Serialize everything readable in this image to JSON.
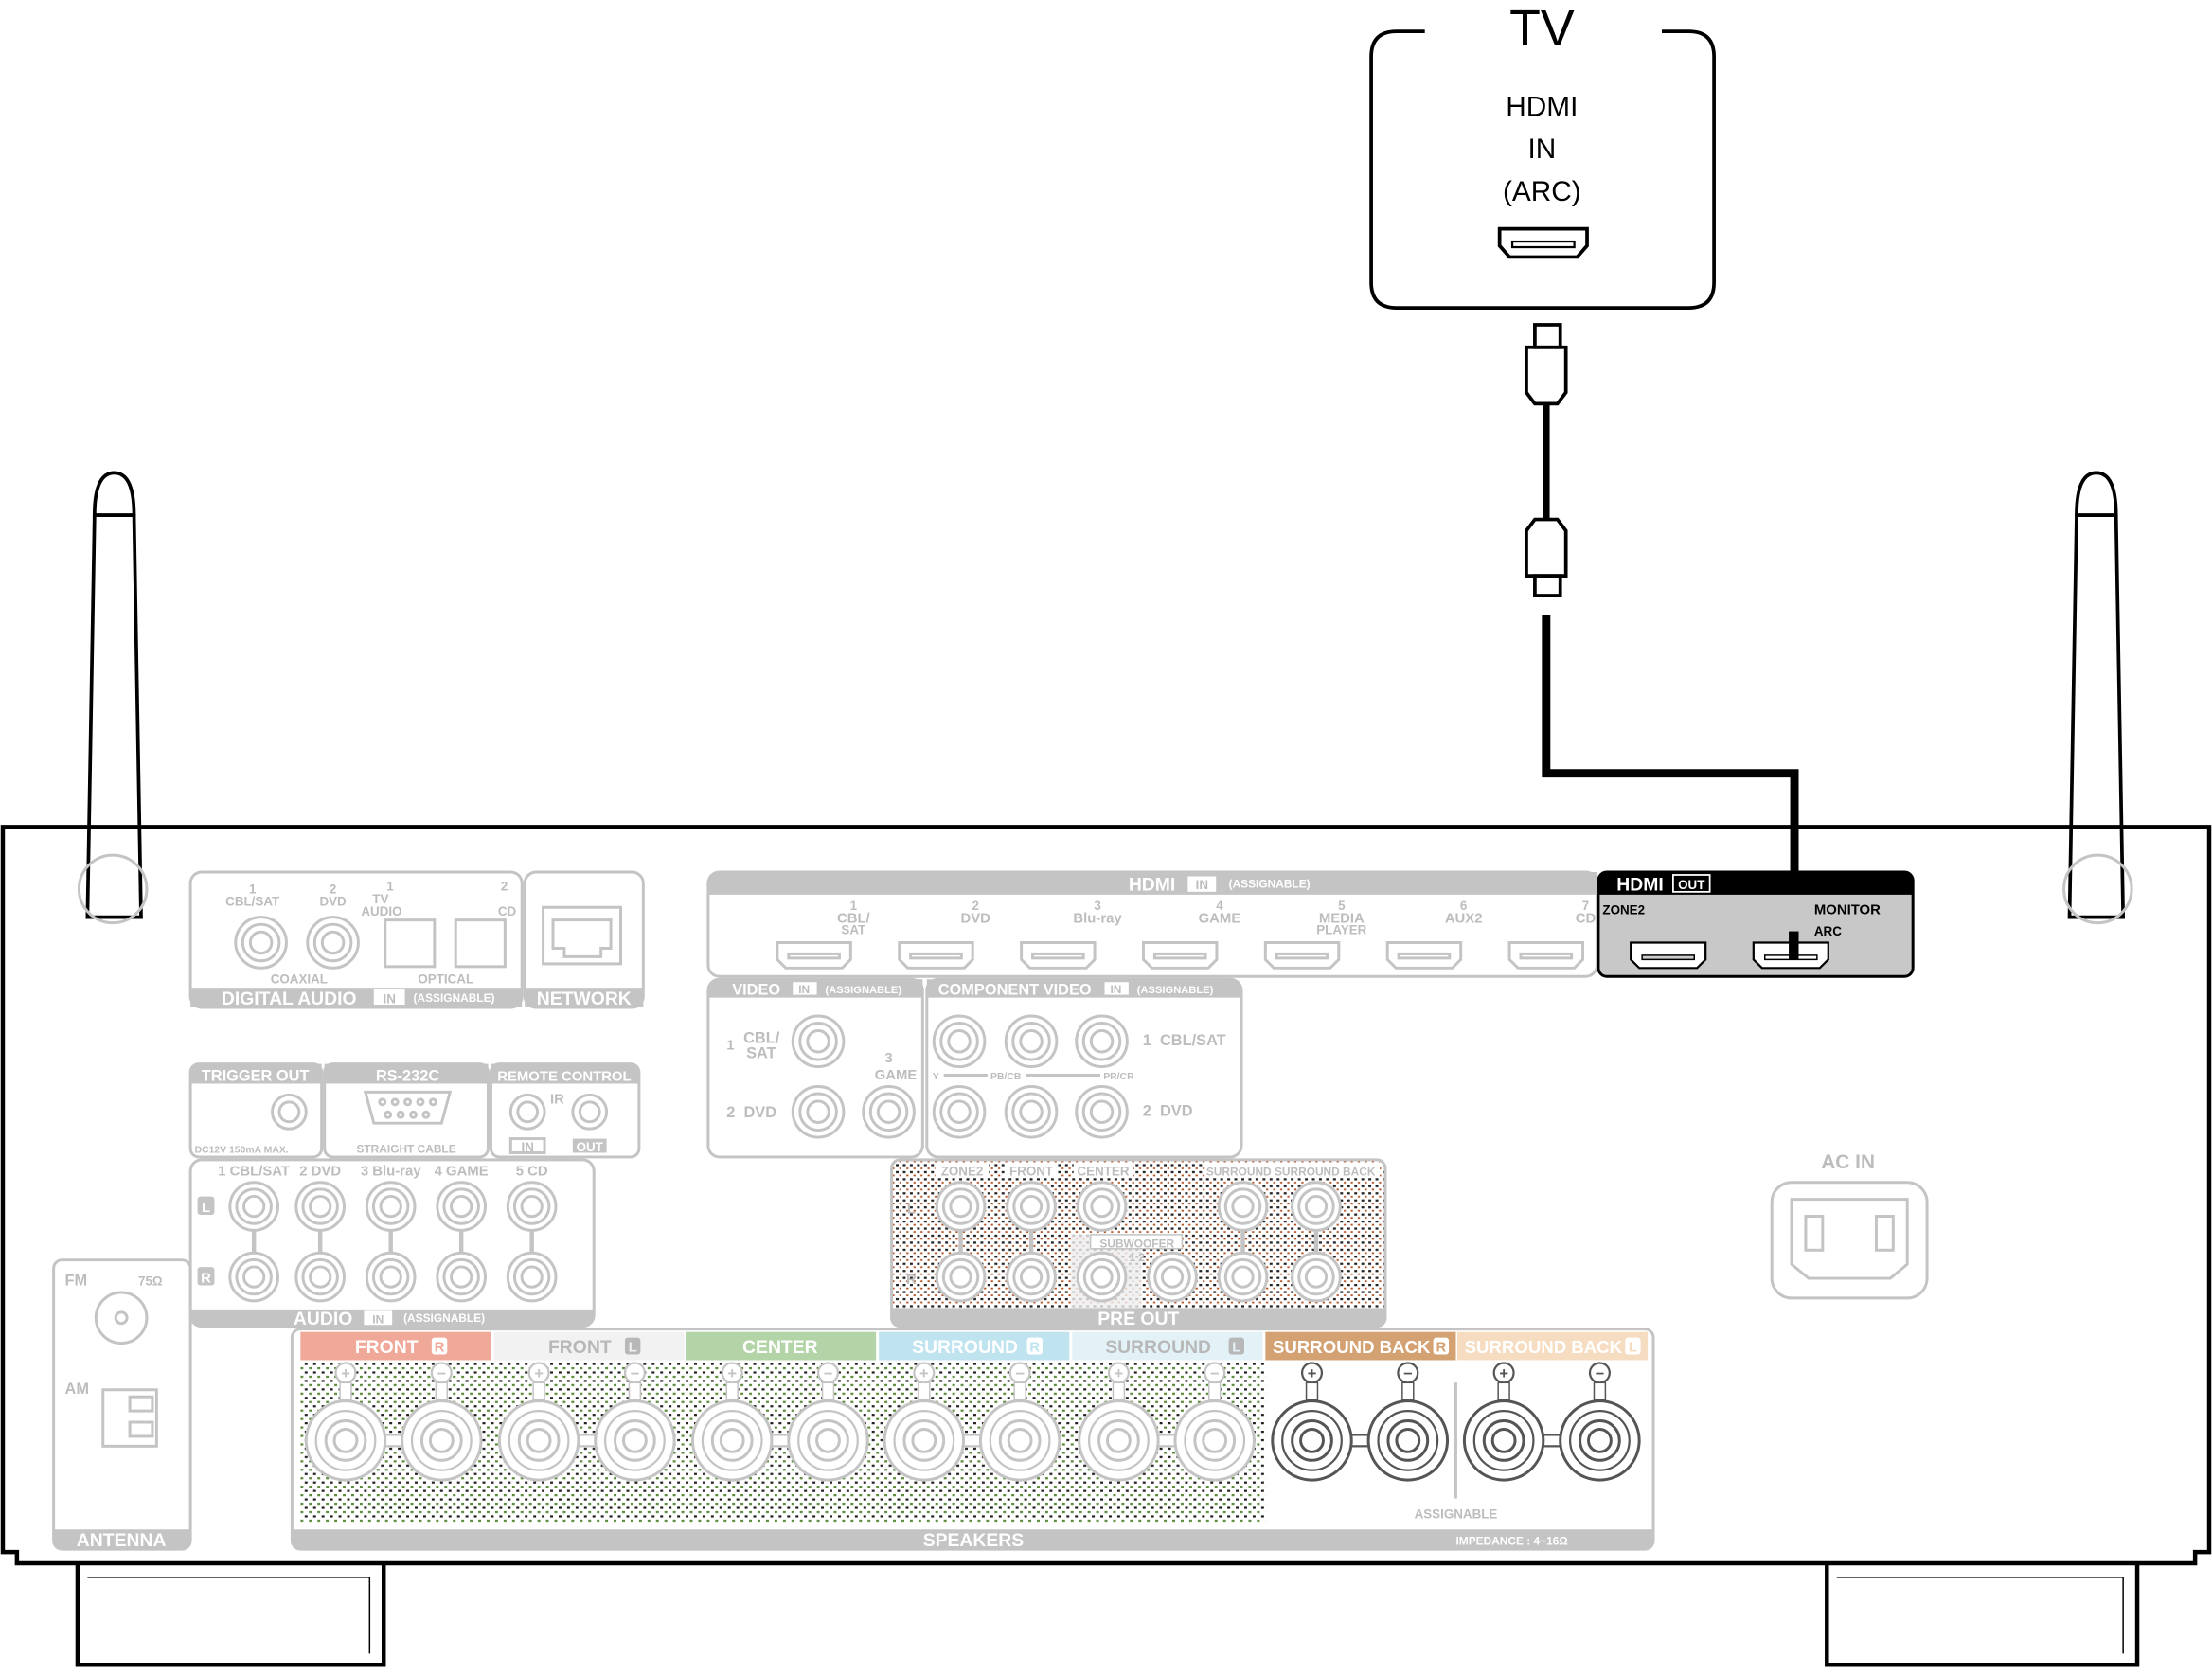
{
  "tv": {
    "title": "TV",
    "port_lines": [
      "HDMI",
      "IN",
      "(ARC)"
    ]
  },
  "hdmi_out": {
    "title": "HDMI",
    "badge": "OUT",
    "zone2": "ZONE2",
    "monitor": "MONITOR",
    "arc": "ARC"
  },
  "hdmi_in": {
    "title": "HDMI",
    "badge": "IN",
    "note": "(ASSIGNABLE)",
    "inputs": [
      {
        "num": "1",
        "l1": "CBL/",
        "l2": "SAT"
      },
      {
        "num": "2",
        "l1": "DVD",
        "l2": ""
      },
      {
        "num": "3",
        "l1": "Blu-ray",
        "l2": ""
      },
      {
        "num": "4",
        "l1": "GAME",
        "l2": ""
      },
      {
        "num": "5",
        "l1": "MEDIA",
        "l2": "PLAYER"
      },
      {
        "num": "6",
        "l1": "AUX2",
        "l2": ""
      },
      {
        "num": "7",
        "l1": "CD",
        "l2": ""
      }
    ]
  },
  "digital_audio": {
    "title": "DIGITAL AUDIO",
    "badge": "IN",
    "note": "(ASSIGNABLE)",
    "coaxial": "COAXIAL",
    "optical": "OPTICAL",
    "coax1_num": "1",
    "coax1": "CBL/SAT",
    "coax2_num": "2",
    "coax2": "DVD",
    "opt1_num": "1",
    "opt1_a": "TV",
    "opt1_b": "AUDIO",
    "opt2_num": "2",
    "opt2": "CD"
  },
  "network": {
    "title": "NETWORK"
  },
  "video": {
    "title": "VIDEO",
    "badge": "IN",
    "note": "(ASSIGNABLE)",
    "in1_num": "1",
    "in1_a": "CBL/",
    "in1_b": "SAT",
    "in2": "2  DVD",
    "in3_num": "3",
    "in3": "GAME"
  },
  "component_video": {
    "title": "COMPONENT VIDEO",
    "badge": "IN",
    "note": "(ASSIGNABLE)",
    "y": "Y",
    "pb": "PB/CB",
    "pr": "PR/CR",
    "in1": "1  CBL/SAT",
    "in2": "2  DVD"
  },
  "trigger_out": {
    "title": "TRIGGER OUT",
    "spec": "DC12V 150mA MAX."
  },
  "rs232c": {
    "title": "RS-232C",
    "note": "STRAIGHT CABLE"
  },
  "remote_control": {
    "title": "REMOTE CONTROL",
    "ir": "IR",
    "in": "IN",
    "out": "OUT"
  },
  "audio_in": {
    "title": "AUDIO",
    "badge": "IN",
    "note": "(ASSIGNABLE)",
    "left": "L",
    "right": "R",
    "inputs": [
      "1 CBL/SAT",
      "2 DVD",
      "3 Blu-ray",
      "4 GAME",
      "5 CD"
    ]
  },
  "pre_out": {
    "title": "PRE OUT",
    "zone2": "ZONE2",
    "front": "FRONT",
    "center": "CENTER",
    "surround": "SURROUND SURROUND BACK",
    "subwoofer": "SUBWOOFER",
    "sub_nums": "1 2",
    "left": "L",
    "right": "R"
  },
  "antenna": {
    "title": "ANTENNA",
    "fm": "FM",
    "ohm": "75Ω",
    "am": "AM"
  },
  "ac_in": {
    "title": "AC IN"
  },
  "speakers": {
    "title": "SPEAKERS",
    "impedance": "IMPEDANCE : 4~16Ω",
    "assignable": "ASSIGNABLE",
    "channels": [
      {
        "label": "FRONT",
        "side": "R",
        "color": "#f0a898",
        "text": "#ffffff"
      },
      {
        "label": "FRONT",
        "side": "L",
        "color": "#f2f2f2",
        "text": "#b8b8b8"
      },
      {
        "label": "CENTER",
        "side": "",
        "color": "#b3d4a6",
        "text": "#ffffff"
      },
      {
        "label": "SURROUND",
        "side": "R",
        "color": "#bfe4f0",
        "text": "#ffffff"
      },
      {
        "label": "SURROUND",
        "side": "L",
        "color": "#e3f2f7",
        "text": "#b8b8b8"
      },
      {
        "label": "SURROUND BACK",
        "side": "R",
        "color": "#d4a172",
        "text": "#ffffff"
      },
      {
        "label": "SURROUND BACK",
        "side": "L",
        "color": "#f6ddc2",
        "text": "#ffffff"
      }
    ]
  }
}
